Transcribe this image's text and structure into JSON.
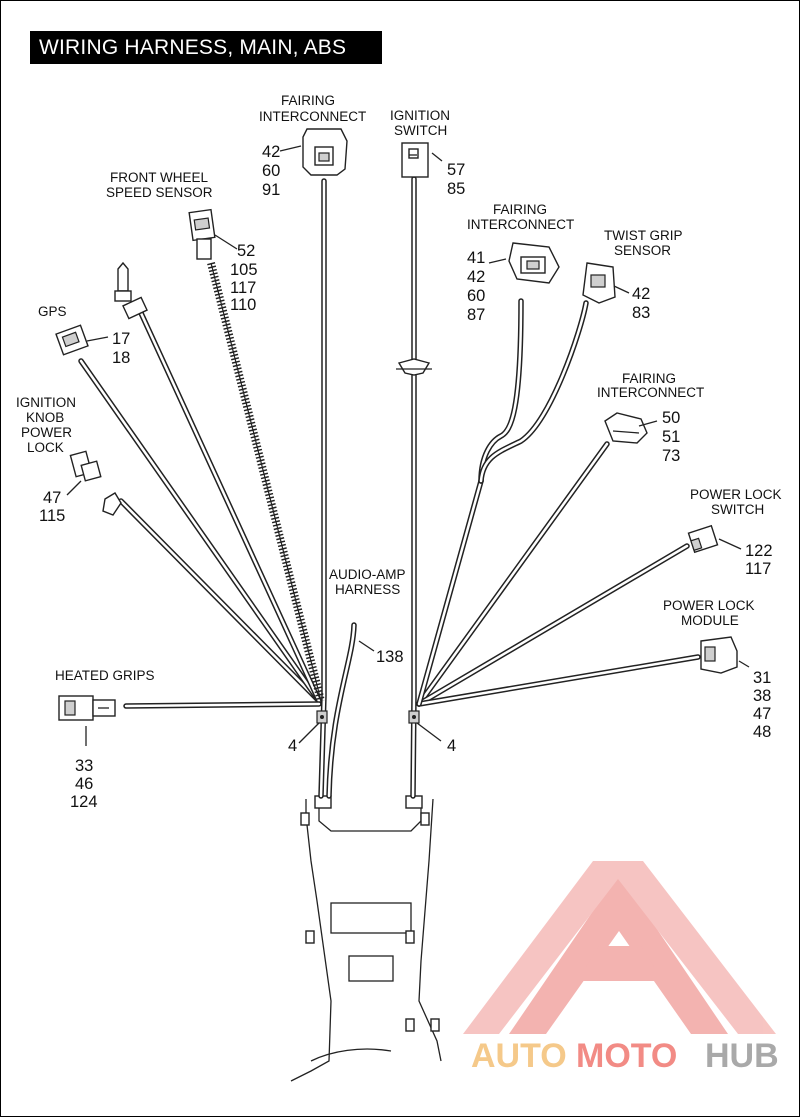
{
  "title": "WIRING HARNESS, MAIN, ABS",
  "components": {
    "fairing_interconnect_top": {
      "label": [
        "FAIRING",
        "INTERCONNECT"
      ],
      "refs": [
        "42",
        "60",
        "91"
      ]
    },
    "ignition_switch": {
      "label": [
        "IGNITION",
        "SWITCH"
      ],
      "refs": [
        "57",
        "85"
      ]
    },
    "front_wheel_speed_sensor": {
      "label": [
        "FRONT WHEEL",
        "SPEED SENSOR"
      ],
      "refs": [
        "52",
        "105",
        "117",
        "110"
      ]
    },
    "fairing_interconnect_right": {
      "label": [
        "FAIRING",
        "INTERCONNECT"
      ],
      "refs": [
        "41",
        "42",
        "60",
        "87"
      ]
    },
    "twist_grip_sensor": {
      "label": [
        "TWIST GRIP",
        "SENSOR"
      ],
      "refs": [
        "42",
        "83"
      ]
    },
    "gps": {
      "label": [
        "GPS"
      ],
      "refs": [
        "17",
        "18"
      ]
    },
    "ignition_knob_power_lock": {
      "label": [
        "IGNITION",
        "KNOB",
        "POWER",
        "LOCK"
      ],
      "refs": [
        "47",
        "115"
      ]
    },
    "fairing_interconnect_mid": {
      "label": [
        "FAIRING",
        "INTERCONNECT"
      ],
      "refs": [
        "50",
        "51",
        "73"
      ]
    },
    "power_lock_switch": {
      "label": [
        "POWER LOCK",
        "SWITCH"
      ],
      "refs": [
        "122",
        "117"
      ]
    },
    "audio_amp_harness": {
      "label": [
        "AUDIO-AMP",
        "HARNESS"
      ],
      "refs": [
        "138"
      ]
    },
    "power_lock_module": {
      "label": [
        "POWER LOCK",
        "MODULE"
      ],
      "refs": [
        "31",
        "38",
        "47",
        "48"
      ]
    },
    "heated_grips": {
      "label": [
        "HEATED GRIPS"
      ],
      "refs": [
        "33",
        "46",
        "124"
      ]
    },
    "clip_left": {
      "refs": [
        "4"
      ]
    },
    "clip_right": {
      "refs": [
        "4"
      ]
    }
  },
  "watermark": {
    "part1": "AUTO",
    "part2": "MOTO",
    "part3": "HUB",
    "colors": {
      "auto": "#f5c98a",
      "moto": "#f28b85",
      "hub": "#a9a9a9",
      "logo": "#f09a96"
    }
  }
}
